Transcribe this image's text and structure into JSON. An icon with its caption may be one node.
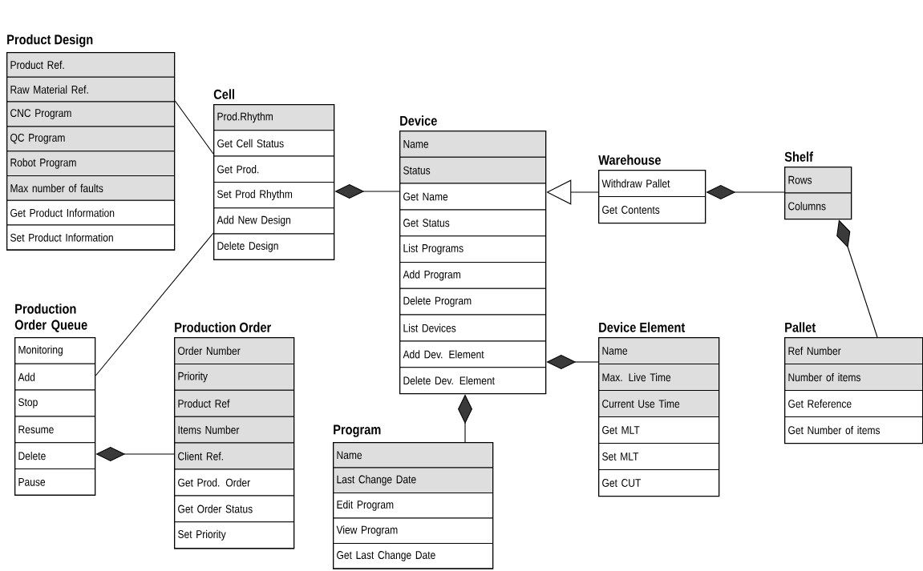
{
  "diagram": {
    "nodes": [
      {
        "text": [
          "Product Design",
          "Product Ref.",
          "Raw Material Ref.",
          "CNC Program",
          "QC Program",
          "Robot Program",
          "Max number of faults",
          "Get Product Information",
          "Set Product Information"
        ]
      },
      {
        "text": [
          "Cell",
          "Prod.Rhythm",
          "Get Cell Status",
          "Get Prod.",
          "Set Prod Rhythm",
          "Add New Design",
          "Delete Design"
        ]
      },
      {
        "text": [
          "Device",
          "Name",
          "Status",
          "Get Name",
          "Get Status",
          "List Programs",
          "Add Program",
          "Delete Program",
          "List Devices",
          "Add Dev. Element",
          "Delete Dev. Element"
        ]
      },
      {
        "text": [
          "Warehouse",
          "Withdraw Pallet",
          "Get Contents"
        ]
      },
      {
        "text": [
          "Shelf",
          "Rows",
          "Columns"
        ]
      },
      {
        "text": [
          "Production Order Queue",
          "Monitoring",
          "Add",
          "Stop",
          "Resume",
          "Delete",
          "Pause"
        ]
      },
      {
        "text": [
          "Production Order",
          "Order Number",
          "Priority",
          "Product Ref",
          "Items Number",
          "Client Ref.",
          "Get Prod. Order",
          "Get Order Status",
          "Set Priority"
        ]
      },
      {
        "text": [
          "Device Element",
          "Name",
          "Max. Live Time",
          "Current Use Time",
          "Get MLT",
          "Set MLT",
          "Get CUT"
        ]
      },
      {
        "text": [
          "Pallet",
          "Ref Number",
          "Number of items",
          "Get Reference",
          "Get Number of items"
        ]
      },
      {
        "text": [
          "Program",
          "Name",
          "Last Change Date",
          "Edit Program",
          "View Program",
          "Get Last Change Date"
        ]
      }
    ],
    "edges": [
      {
        "from": 0,
        "to": 1,
        "arrow": "none"
      },
      {
        "from": 5,
        "to": 1,
        "arrow": "none"
      },
      {
        "from": 1,
        "to": 2,
        "arrow": "other"
      },
      {
        "from": 3,
        "to": 2,
        "arrow": "to"
      },
      {
        "from": 3,
        "to": 4,
        "arrow": "other"
      },
      {
        "from": 4,
        "to": 8,
        "arrow": "other"
      },
      {
        "from": 2,
        "to": 7,
        "arrow": "other"
      },
      {
        "from": 2,
        "to": 9,
        "arrow": "other"
      },
      {
        "from": 5,
        "to": 6,
        "arrow": "other"
      }
    ]
  }
}
